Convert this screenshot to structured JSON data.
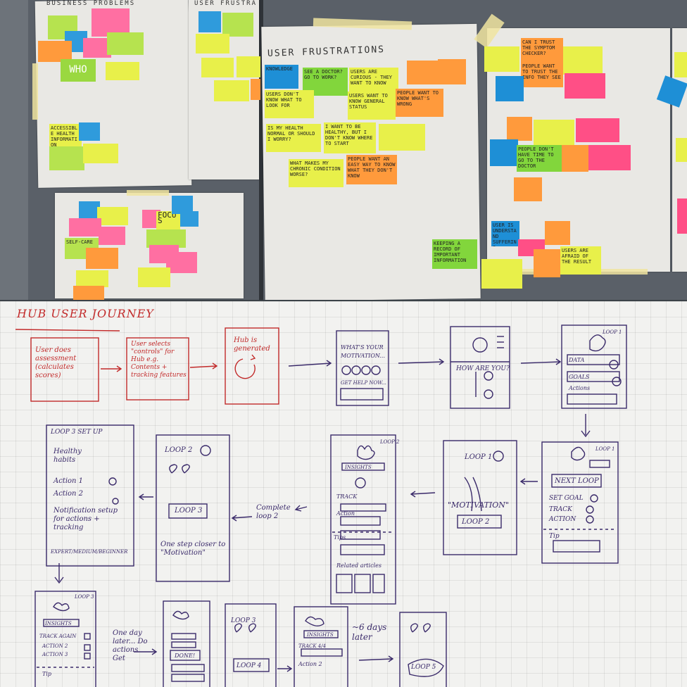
{
  "colors": {
    "red_marker": "#c22a2a",
    "purple_marker": "#3a2a6a"
  },
  "panels": {
    "business_problems": "BUSINESS PROBLEMS",
    "user_frustrations_small": "USER FRUSTRA",
    "user_frustrations": "USER FRUSTRATIONS"
  },
  "notes": {
    "who": "WHO",
    "focus": "FOCUS",
    "n1": "USERS ARE CURIOUS - THEY WANT TO KNOW",
    "n2": "USERS WANT TO KNOW GENERAL STATUS",
    "n3": "PEOPLE WANT TO KNOW WHAT'S WRONG",
    "n4": "USERS DON'T KNOW WHAT TO LOOK FOR",
    "n5": "I WANT TO BE HEALTHY, BUT I DON'T KNOW WHERE TO START",
    "n6": "IS MY HEALTH NORMAL OR SHOULD I WORRY?",
    "n7": "WHAT MAKES MY CHRONIC CONDITION WORSE?",
    "n8": "PEOPLE WANT AN EASY WAY TO KNOW WHAT THEY DON'T KNOW",
    "n9": "SEE A DOCTOR? GO TO WORK?",
    "n10": "CAN I TRUST THE SYMPTOM CHECKER?",
    "n11": "PEOPLE WANT TO TRUST THE INFO THEY SEE",
    "n12": "PEOPLE DON'T HAVE TIME TO GO TO THE DOCTOR",
    "n13": "USERS ARE AFRAID OF THE RESULT",
    "n14": "KEEPING A RECORD OF IMPORTANT INFORMATION",
    "n15": "KNOWLEDGE",
    "n16": "ACCESSIBLE HEALTH INFORMATION",
    "n17": "SELF-CARE",
    "n18": "USER IS UNDERSTAND SUFFERING"
  },
  "whiteboard": {
    "title": "HUB USER JOURNEY",
    "r1": "User does assessment (calculates scores)",
    "r2": "User selects \"controls\" for Hub e.g. Contents + tracking features",
    "r3": "Hub is generated",
    "p1": "WHAT'S YOUR MOTIVATION...",
    "p1b": "GET HELP NOW...",
    "p2": "HOW ARE YOU?",
    "p3a": "LOOP 1",
    "p3b": "DATA",
    "p3c": "GOALS",
    "p3d": "Actions",
    "p4a": "LOOP 1",
    "p4b": "NEXT LOOP",
    "p4c": "SET GOAL",
    "p4d": "TRACK",
    "p4e": "ACTION",
    "p4f": "Tip",
    "p5a": "LOOP 1",
    "p5b": "\"MOTIVATION\"",
    "p5c": "LOOP 2",
    "p6a": "LOOP 2",
    "p6b": "INSIGHTS",
    "p6c": "TRACK",
    "p6d": "Action",
    "p6e": "Tips",
    "p6f": "Related articles",
    "cl": "Complete loop 2",
    "p7a": "LOOP 2",
    "p7b": "LOOP 3",
    "p7c": "One step closer to \"Motivation\"",
    "p8a": "LOOP 3 SET UP",
    "p8b": "Healthy habits",
    "p8c": "Action 1",
    "p8d": "Action 2",
    "p8e": "Notification setup for actions + tracking",
    "p8f": "EXPERT/MEDIUM/BEGINNER",
    "p9a": "LOOP 3",
    "p9b": "INSIGHTS",
    "p9c": "TRACK AGAIN",
    "p9d": "ACTION 2",
    "p9e": "ACTION 3",
    "p9f": "Tip",
    "od": "One day later... Do actions Get",
    "p10a": "DONE!",
    "p11a": "LOOP 3",
    "p11b": "LOOP 4",
    "p12a": "INSIGHTS",
    "p12b": "TRACK 4/4",
    "p12c": "Action 2",
    "sd": "~6 days later",
    "p13a": "LOOP 5"
  }
}
